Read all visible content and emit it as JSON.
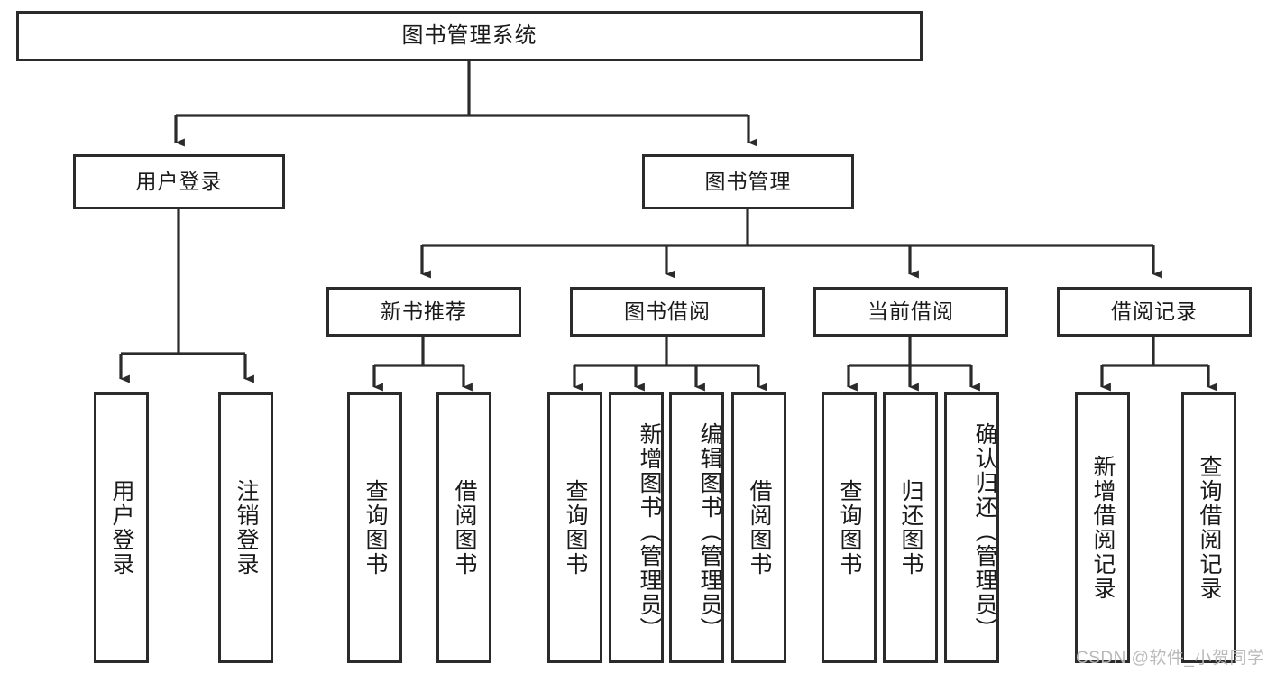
{
  "diagram": {
    "title": "图书管理系统",
    "root": {
      "label": "图书管理系统"
    },
    "level2": [
      {
        "label": "用户登录"
      },
      {
        "label": "图书管理"
      }
    ],
    "level3": [
      {
        "label": "新书推荐"
      },
      {
        "label": "图书借阅"
      },
      {
        "label": "当前借阅"
      },
      {
        "label": "借阅记录"
      }
    ],
    "leaves_user_login": [
      {
        "label": "用户登录"
      },
      {
        "label": "注销登录"
      }
    ],
    "leaves_new_book": [
      {
        "label": "查询图书"
      },
      {
        "label": "借阅图书"
      }
    ],
    "leaves_borrow": [
      {
        "label": "查询图书"
      },
      {
        "label": "新增图书（管理员）"
      },
      {
        "label": "编辑图书（管理员）"
      },
      {
        "label": "借阅图书"
      }
    ],
    "leaves_current": [
      {
        "label": "查询图书"
      },
      {
        "label": "归还图书"
      },
      {
        "label": "确认归还（管理员）"
      }
    ],
    "leaves_records": [
      {
        "label": "新增借阅记录"
      },
      {
        "label": "查询借阅记录"
      }
    ],
    "watermark": "CSDN @软件_小贺同学",
    "colors": {
      "stroke": "#2b2b2b",
      "fill": "#ffffff",
      "text": "#1a1a1a",
      "watermark": "#b9b9b9"
    }
  }
}
